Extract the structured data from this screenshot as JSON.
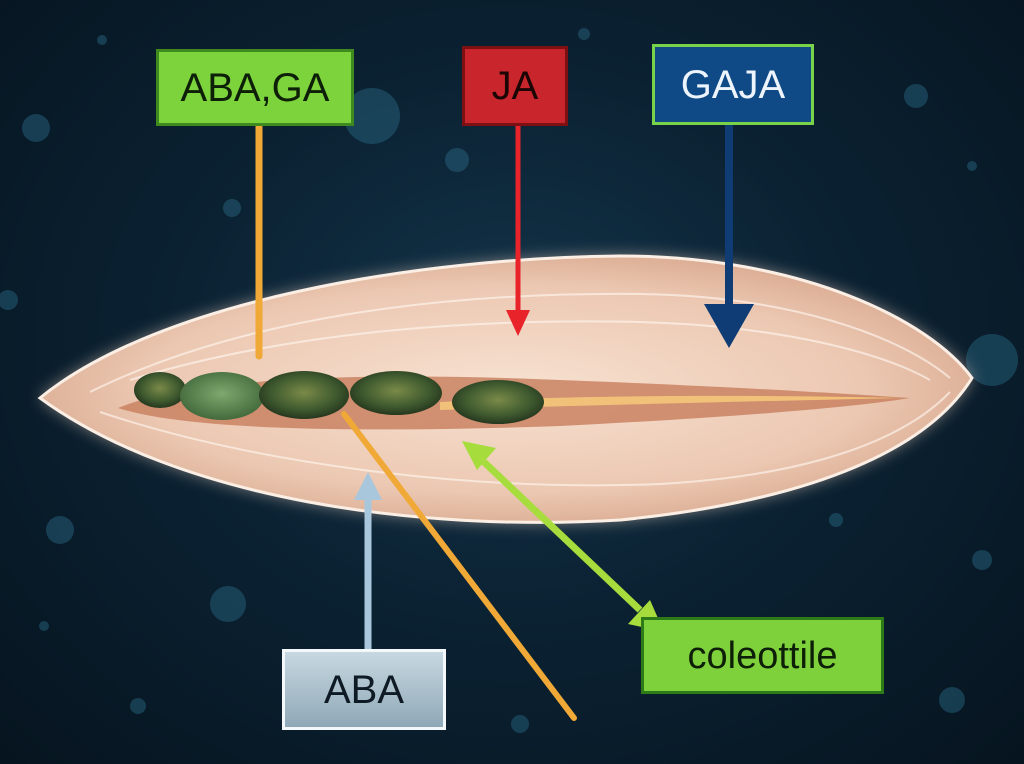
{
  "labels": {
    "aba_ga": "ABA,GA",
    "ja": "JA",
    "ga_ja": "GAJA",
    "aba": "ABA",
    "coleottile": "coleottile"
  },
  "colors": {
    "aba_ga_box": "#7cd33c",
    "ja_box": "#c8262c",
    "ga_ja_box": "#0f4a86",
    "aba_box": "#a9bfcc",
    "coleottile_box": "#7ed13a",
    "orange_line": "#f0a937",
    "red_arrow": "#e8242a",
    "blue_arrow": "#0f3c74",
    "light_blue_arrow": "#a9c7dc",
    "green_arrow": "#a6dd3c",
    "seed_body": "#f3d9c6",
    "embryo_green": "#3b5f34"
  }
}
